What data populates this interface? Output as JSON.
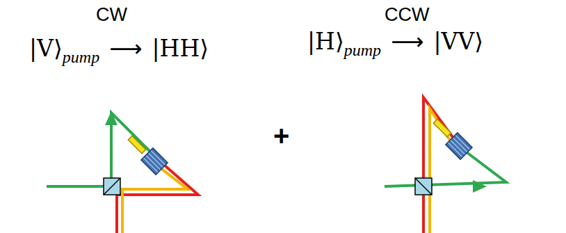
{
  "diagram": {
    "labels": [
      "CW",
      "CCW",
      "|V⟩",
      "pump",
      "⟶",
      "|HH⟩",
      "|H⟩",
      "pump",
      "⟶",
      "|VV⟩",
      "+"
    ]
  }
}
